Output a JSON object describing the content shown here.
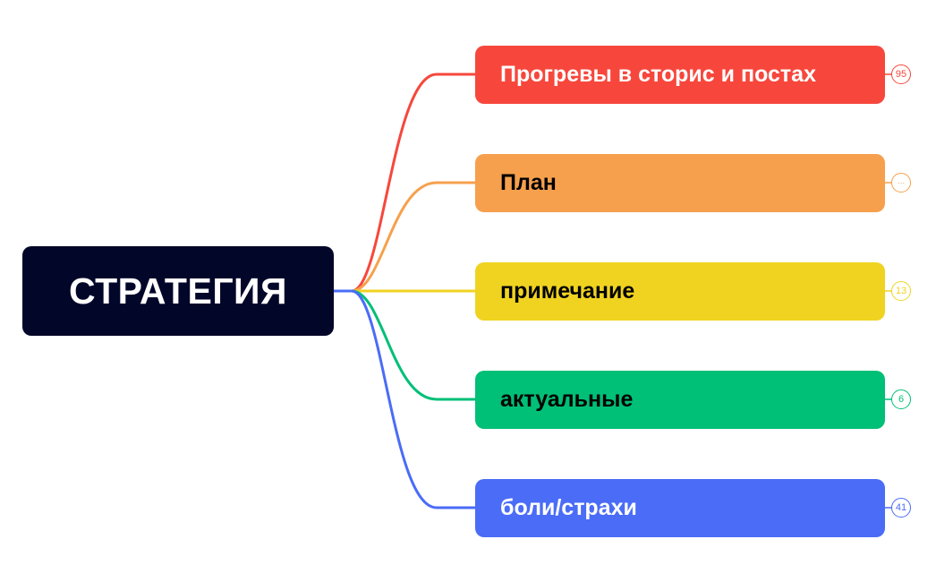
{
  "root": {
    "label": "СТРАТЕГИЯ",
    "bg_color": "#020629",
    "text_color": "#ffffff"
  },
  "branches": [
    {
      "label": "Прогревы в сторис и постах",
      "color": "#F7473C",
      "text_color": "#ffffff",
      "badge": "95"
    },
    {
      "label": "План",
      "color": "#F6A04D",
      "text_color": "#000000",
      "badge": "···"
    },
    {
      "label": "примечание",
      "color": "#F0D320",
      "text_color": "#000000",
      "badge": "13"
    },
    {
      "label": "актуальные",
      "color": "#00BF77",
      "text_color": "#000000",
      "badge": "6"
    },
    {
      "label": "боли/страхи",
      "color": "#4A6CF7",
      "text_color": "#ffffff",
      "badge": "41"
    }
  ]
}
